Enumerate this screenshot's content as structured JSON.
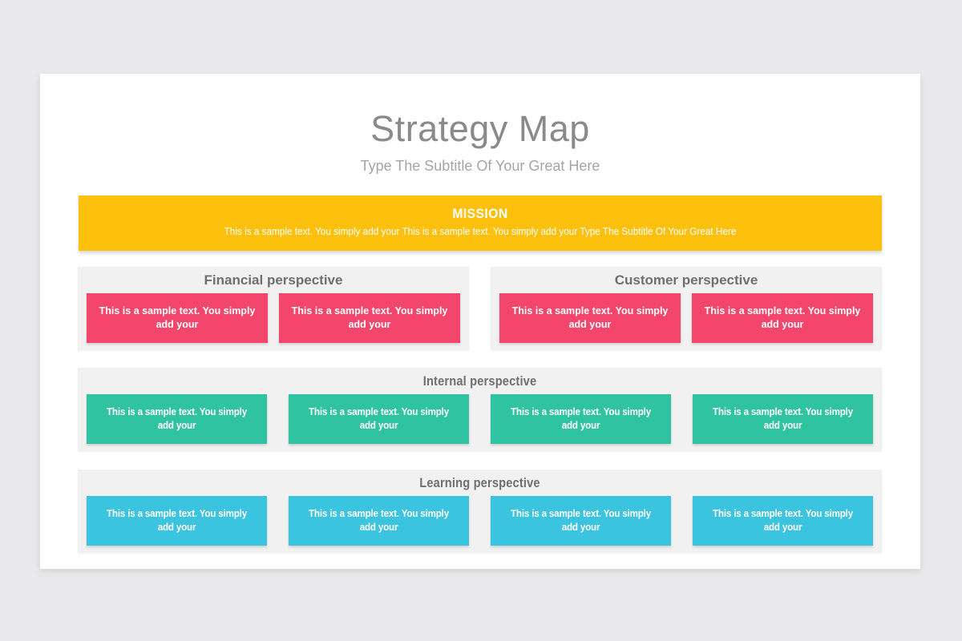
{
  "slide": {
    "title": "Strategy Map",
    "subtitle": "Type The Subtitle Of Your Great Here"
  },
  "mission": {
    "title": "MISSION",
    "text": "This is a sample text. You simply add your This is a sample text. You simply add your Type The Subtitle Of Your Great Here"
  },
  "sections": [
    {
      "title": "Financial perspective",
      "box_color": "#f4456c",
      "boxes": [
        "This is a sample text. You simply add your",
        "This is a sample text. You simply add your"
      ]
    },
    {
      "title": "Customer perspective",
      "box_color": "#f4456c",
      "boxes": [
        "This is a sample text. You simply add your",
        "This is a sample text. You simply add your"
      ]
    },
    {
      "title": "Internal perspective",
      "box_color": "#2fc3a1",
      "boxes": [
        "This is a sample text. You simply add your",
        "This is a sample text. You simply add your",
        "This is a sample text. You simply add your",
        "This is a sample text. You simply add your"
      ]
    },
    {
      "title": "Learning perspective",
      "box_color": "#3ac4e0",
      "boxes": [
        "This is a sample text. You simply add your",
        "This is a sample text. You simply add your",
        "This is a sample text. You simply add your",
        "This is a sample text. You simply add your"
      ]
    }
  ],
  "colors": {
    "accent_yellow": "#fcc00d",
    "accent_pink": "#f4456c",
    "accent_teal": "#2fc3a1",
    "accent_blue": "#3ac4e0",
    "panel_background": "#f1f1f2",
    "page_background": "#e9e9eb",
    "title_gray": "#8a8a8a"
  }
}
